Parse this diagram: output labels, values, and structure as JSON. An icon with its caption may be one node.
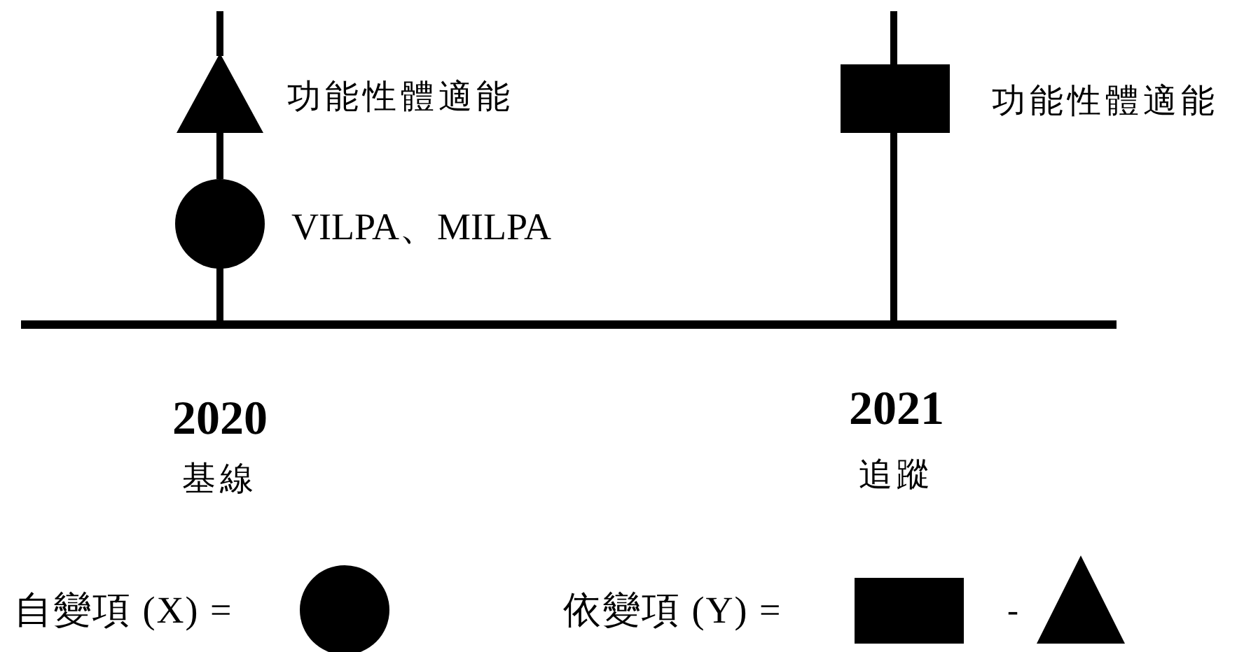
{
  "diagram": {
    "nodes": [
      {
        "text": [],
        "shape": "triangle",
        "beside": [
          "功能性體適能"
        ]
      },
      {
        "text": [],
        "shape": "circle",
        "beside": [
          "VILPA、MILPA"
        ]
      },
      {
        "text": [],
        "shape": "box",
        "beside": [
          "功能性體適能"
        ]
      }
    ],
    "edges": [
      {
        "from": 1,
        "to": 0,
        "arrow": "none"
      }
    ],
    "labels": [
      "2020",
      "2021",
      "基線",
      "追蹤",
      "-"
    ],
    "legend": [
      {
        "text": "自變項 (X) ="
      },
      {
        "text": "依變項 (Y) ="
      }
    ]
  }
}
